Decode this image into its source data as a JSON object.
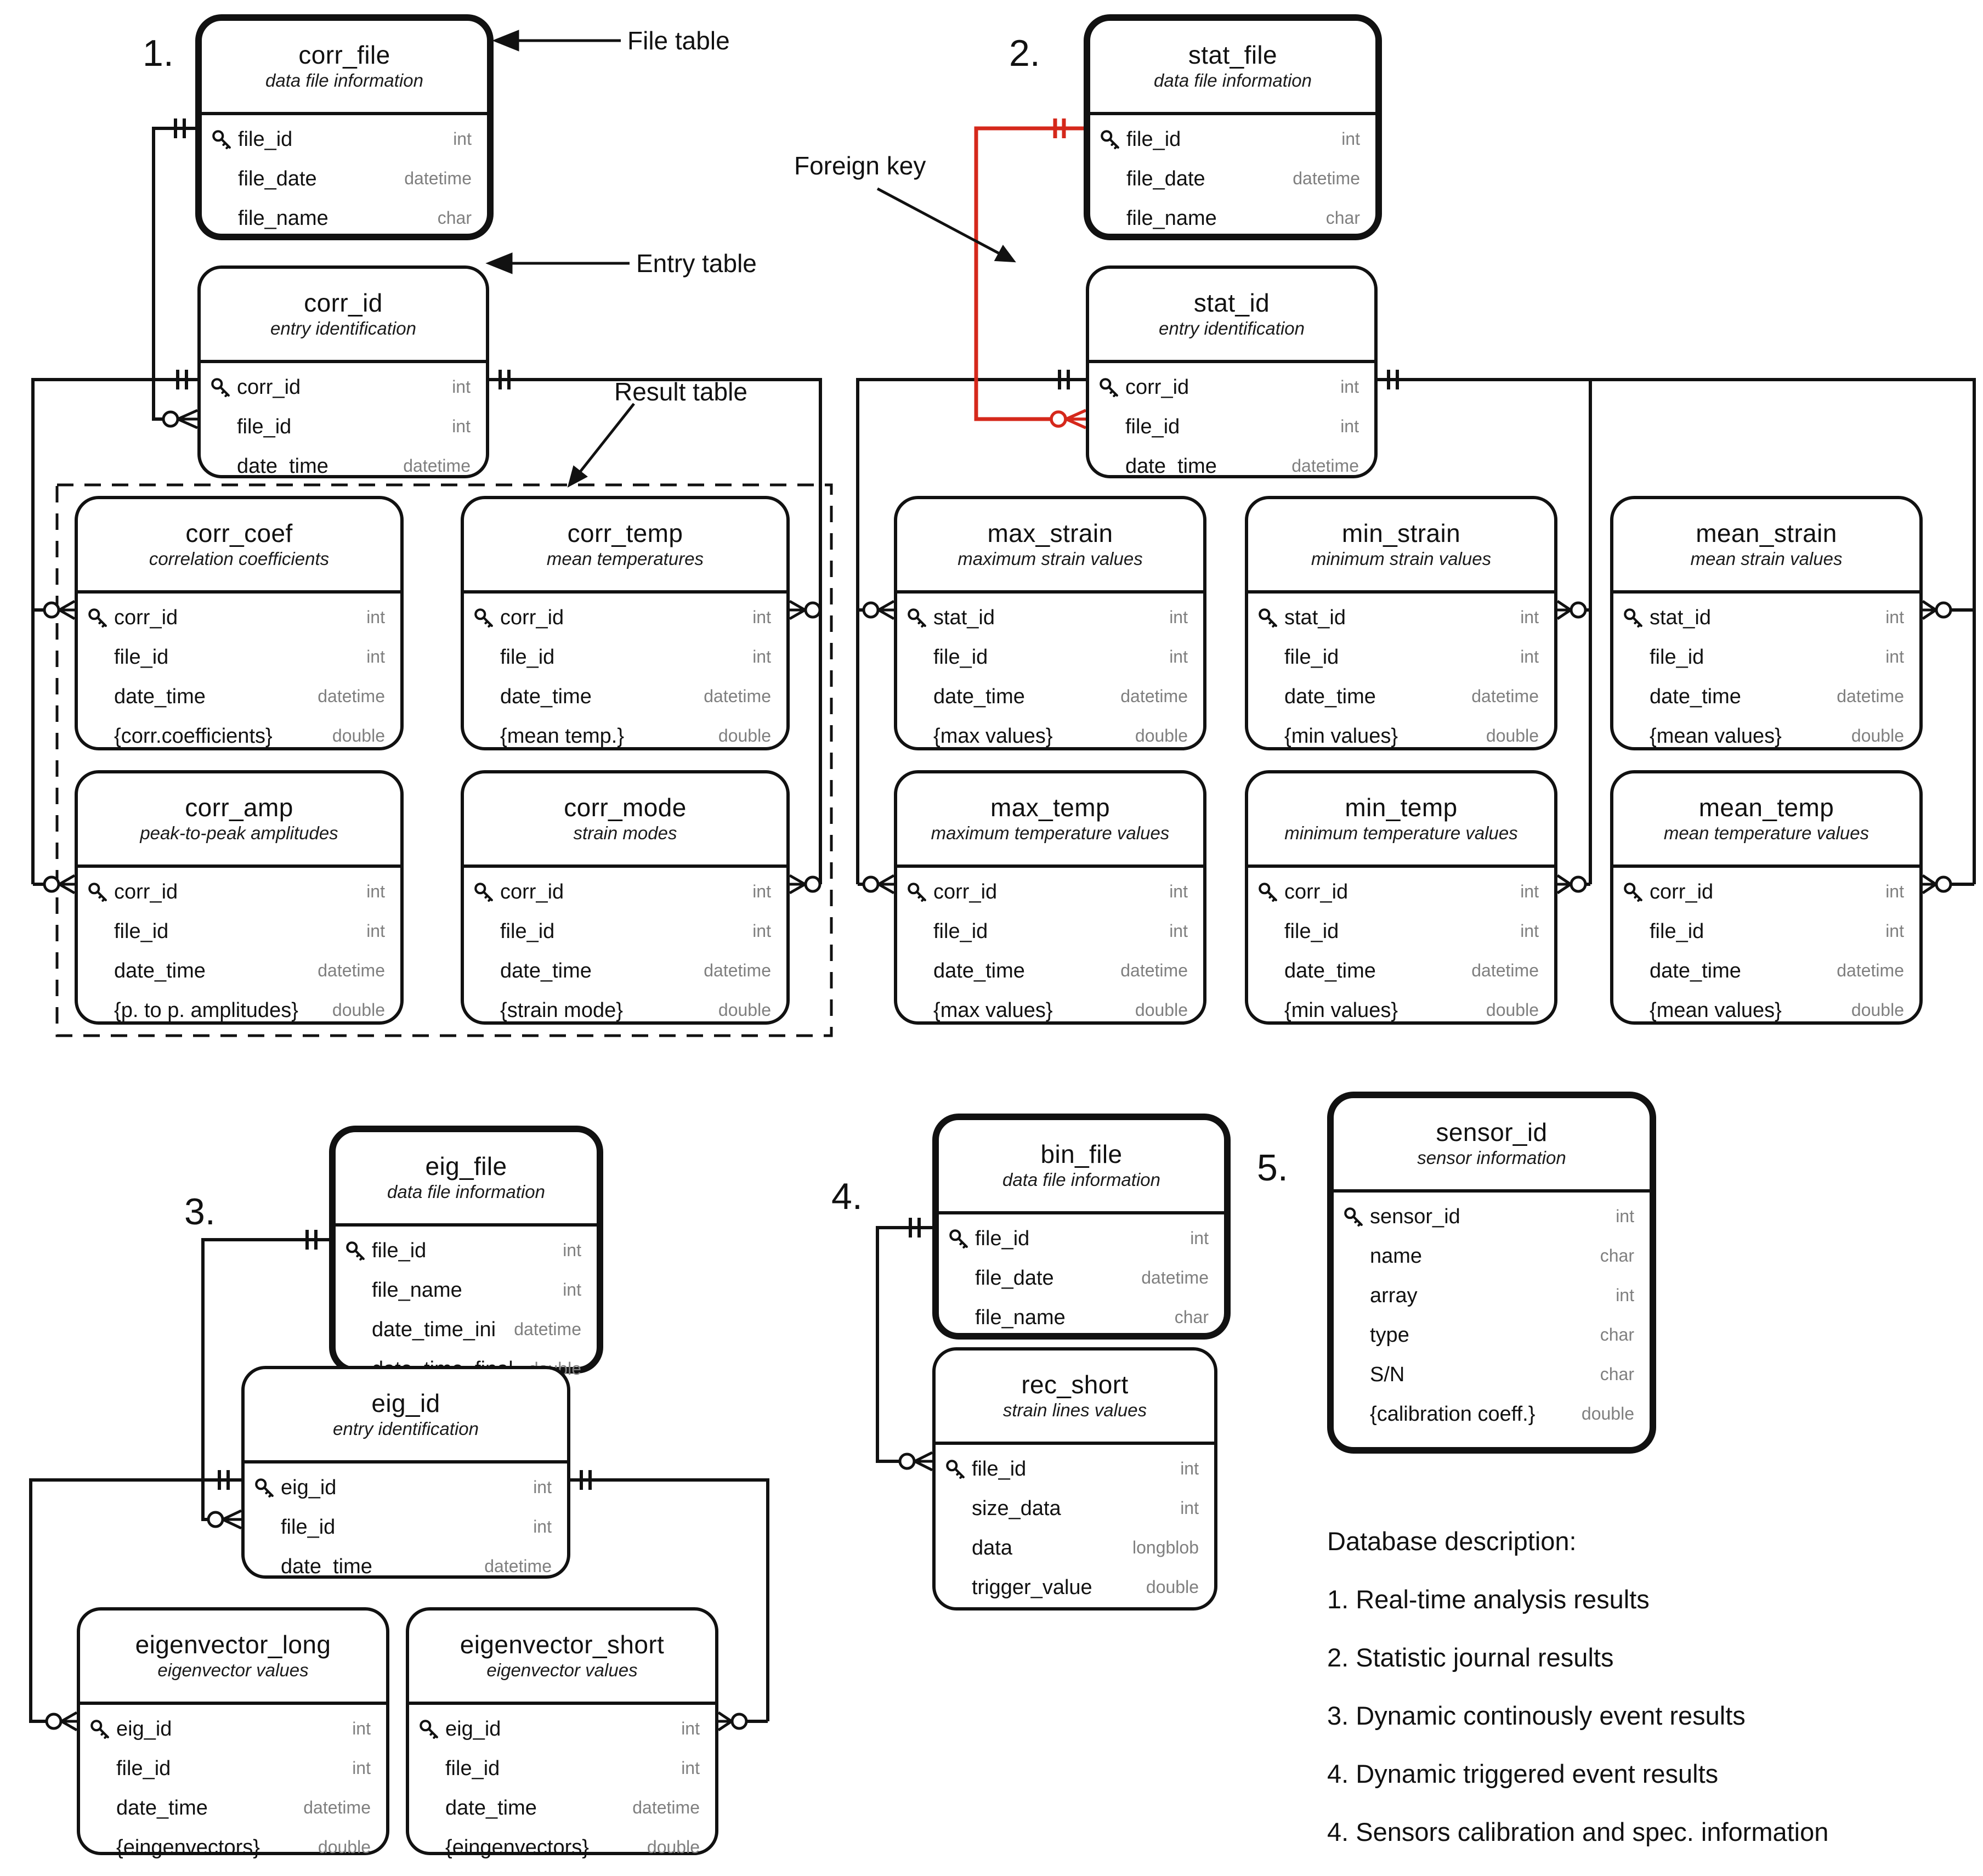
{
  "annotations": {
    "file_table": "File table",
    "entry_table": "Entry table",
    "result_table": "Result table",
    "foreign_key": "Foreign key"
  },
  "section_labels": {
    "s1": "1.",
    "s2": "2.",
    "s3": "3.",
    "s4": "4.",
    "s5": "5."
  },
  "description": {
    "title": "Database description:",
    "items": [
      "1. Real-time analysis results",
      "2. Statistic journal results",
      "3. Dynamic continously event results",
      "4. Dynamic triggered event results",
      "4. Sensors calibration and spec. information"
    ]
  },
  "colors": {
    "foreign_key_red": "#d5281b",
    "type_gray": "#7f7f7f",
    "line_black": "#111111"
  },
  "tables": [
    {
      "id": "corr_file",
      "title": "corr_file",
      "subtitle": "data file information",
      "category": "file",
      "fields": [
        {
          "name": "file_id",
          "type": "int",
          "key": true
        },
        {
          "name": "file_date",
          "type": "datetime"
        },
        {
          "name": "file_name",
          "type": "char"
        }
      ]
    },
    {
      "id": "corr_id",
      "title": "corr_id",
      "subtitle": "entry identification",
      "category": "entry",
      "fields": [
        {
          "name": "corr_id",
          "type": "int",
          "key": true
        },
        {
          "name": "file_id",
          "type": "int"
        },
        {
          "name": "date_time",
          "type": "datetime"
        }
      ]
    },
    {
      "id": "corr_coef",
      "title": "corr_coef",
      "subtitle": "correlation coefficients",
      "category": "result",
      "fields": [
        {
          "name": "corr_id",
          "type": "int",
          "key": true
        },
        {
          "name": "file_id",
          "type": "int"
        },
        {
          "name": "date_time",
          "type": "datetime"
        },
        {
          "name": "{corr.coefficients}",
          "type": "double"
        }
      ]
    },
    {
      "id": "corr_temp",
      "title": "corr_temp",
      "subtitle": "mean temperatures",
      "category": "result",
      "fields": [
        {
          "name": "corr_id",
          "type": "int",
          "key": true
        },
        {
          "name": "file_id",
          "type": "int"
        },
        {
          "name": "date_time",
          "type": "datetime"
        },
        {
          "name": "{mean temp.}",
          "type": "double"
        }
      ]
    },
    {
      "id": "corr_amp",
      "title": "corr_amp",
      "subtitle": "peak-to-peak amplitudes",
      "category": "result",
      "fields": [
        {
          "name": "corr_id",
          "type": "int",
          "key": true
        },
        {
          "name": "file_id",
          "type": "int"
        },
        {
          "name": "date_time",
          "type": "datetime"
        },
        {
          "name": "{p. to p. amplitudes}",
          "type": "double"
        }
      ]
    },
    {
      "id": "corr_mode",
      "title": "corr_mode",
      "subtitle": "strain modes",
      "category": "result",
      "fields": [
        {
          "name": "corr_id",
          "type": "int",
          "key": true
        },
        {
          "name": "file_id",
          "type": "int"
        },
        {
          "name": "date_time",
          "type": "datetime"
        },
        {
          "name": "{strain mode}",
          "type": "double"
        }
      ]
    },
    {
      "id": "stat_file",
      "title": "stat_file",
      "subtitle": "data file information",
      "category": "file",
      "fields": [
        {
          "name": "file_id",
          "type": "int",
          "key": true
        },
        {
          "name": "file_date",
          "type": "datetime"
        },
        {
          "name": "file_name",
          "type": "char"
        }
      ]
    },
    {
      "id": "stat_id",
      "title": "stat_id",
      "subtitle": "entry identification",
      "category": "entry",
      "fields": [
        {
          "name": "corr_id",
          "type": "int",
          "key": true
        },
        {
          "name": "file_id",
          "type": "int"
        },
        {
          "name": "date_time",
          "type": "datetime"
        }
      ]
    },
    {
      "id": "max_strain",
      "title": "max_strain",
      "subtitle": "maximum strain values",
      "category": "result",
      "fields": [
        {
          "name": "stat_id",
          "type": "int",
          "key": true
        },
        {
          "name": "file_id",
          "type": "int"
        },
        {
          "name": "date_time",
          "type": "datetime"
        },
        {
          "name": "{max values}",
          "type": "double"
        }
      ]
    },
    {
      "id": "min_strain",
      "title": "min_strain",
      "subtitle": "minimum strain values",
      "category": "result",
      "fields": [
        {
          "name": "stat_id",
          "type": "int",
          "key": true
        },
        {
          "name": "file_id",
          "type": "int"
        },
        {
          "name": "date_time",
          "type": "datetime"
        },
        {
          "name": "{min values}",
          "type": "double"
        }
      ]
    },
    {
      "id": "mean_strain",
      "title": "mean_strain",
      "subtitle": "mean strain values",
      "category": "result",
      "fields": [
        {
          "name": "stat_id",
          "type": "int",
          "key": true
        },
        {
          "name": "file_id",
          "type": "int"
        },
        {
          "name": "date_time",
          "type": "datetime"
        },
        {
          "name": "{mean values}",
          "type": "double"
        }
      ]
    },
    {
      "id": "max_temp",
      "title": "max_temp",
      "subtitle": "maximum temperature values",
      "category": "result",
      "fields": [
        {
          "name": "corr_id",
          "type": "int",
          "key": true
        },
        {
          "name": "file_id",
          "type": "int"
        },
        {
          "name": "date_time",
          "type": "datetime"
        },
        {
          "name": "{max values}",
          "type": "double"
        }
      ]
    },
    {
      "id": "min_temp",
      "title": "min_temp",
      "subtitle": "minimum temperature values",
      "category": "result",
      "fields": [
        {
          "name": "corr_id",
          "type": "int",
          "key": true
        },
        {
          "name": "file_id",
          "type": "int"
        },
        {
          "name": "date_time",
          "type": "datetime"
        },
        {
          "name": "{min values}",
          "type": "double"
        }
      ]
    },
    {
      "id": "mean_temp",
      "title": "mean_temp",
      "subtitle": "mean temperature values",
      "category": "result",
      "fields": [
        {
          "name": "corr_id",
          "type": "int",
          "key": true
        },
        {
          "name": "file_id",
          "type": "int"
        },
        {
          "name": "date_time",
          "type": "datetime"
        },
        {
          "name": "{mean values}",
          "type": "double"
        }
      ]
    },
    {
      "id": "eig_file",
      "title": "eig_file",
      "subtitle": "data file information",
      "category": "file",
      "fields": [
        {
          "name": "file_id",
          "type": "int",
          "key": true
        },
        {
          "name": "file_name",
          "type": "int"
        },
        {
          "name": "date_time_ini",
          "type": "datetime"
        },
        {
          "name": "date_time_final",
          "type": "double"
        }
      ]
    },
    {
      "id": "eig_id",
      "title": "eig_id",
      "subtitle": "entry identification",
      "category": "entry",
      "fields": [
        {
          "name": "eig_id",
          "type": "int",
          "key": true
        },
        {
          "name": "file_id",
          "type": "int"
        },
        {
          "name": "date_time",
          "type": "datetime"
        }
      ]
    },
    {
      "id": "eigenvector_long",
      "title": "eigenvector_long",
      "subtitle": "eigenvector values",
      "category": "result",
      "fields": [
        {
          "name": "eig_id",
          "type": "int",
          "key": true
        },
        {
          "name": "file_id",
          "type": "int"
        },
        {
          "name": "date_time",
          "type": "datetime"
        },
        {
          "name": "{eingenvectors}",
          "type": "double"
        }
      ]
    },
    {
      "id": "eigenvector_short",
      "title": "eigenvector_short",
      "subtitle": "eigenvector values",
      "category": "result",
      "fields": [
        {
          "name": "eig_id",
          "type": "int",
          "key": true
        },
        {
          "name": "file_id",
          "type": "int"
        },
        {
          "name": "date_time",
          "type": "datetime"
        },
        {
          "name": "{eingenvectors}",
          "type": "double"
        }
      ]
    },
    {
      "id": "bin_file",
      "title": "bin_file",
      "subtitle": "data file information",
      "category": "file",
      "fields": [
        {
          "name": "file_id",
          "type": "int",
          "key": true
        },
        {
          "name": "file_date",
          "type": "datetime"
        },
        {
          "name": "file_name",
          "type": "char"
        }
      ]
    },
    {
      "id": "rec_short",
      "title": "rec_short",
      "subtitle": "strain lines values",
      "category": "result",
      "fields": [
        {
          "name": "file_id",
          "type": "int",
          "key": true
        },
        {
          "name": "size_data",
          "type": "int"
        },
        {
          "name": "data",
          "type": "longblob"
        },
        {
          "name": "trigger_value",
          "type": "double"
        }
      ]
    },
    {
      "id": "sensor_id",
      "title": "sensor_id",
      "subtitle": "sensor information",
      "category": "file",
      "fields": [
        {
          "name": "sensor_id",
          "type": "int",
          "key": true
        },
        {
          "name": "name",
          "type": "char"
        },
        {
          "name": "array",
          "type": "int"
        },
        {
          "name": "type",
          "type": "char"
        },
        {
          "name": "S/N",
          "type": "char"
        },
        {
          "name": "{calibration coeff.}",
          "type": "double"
        }
      ]
    }
  ]
}
